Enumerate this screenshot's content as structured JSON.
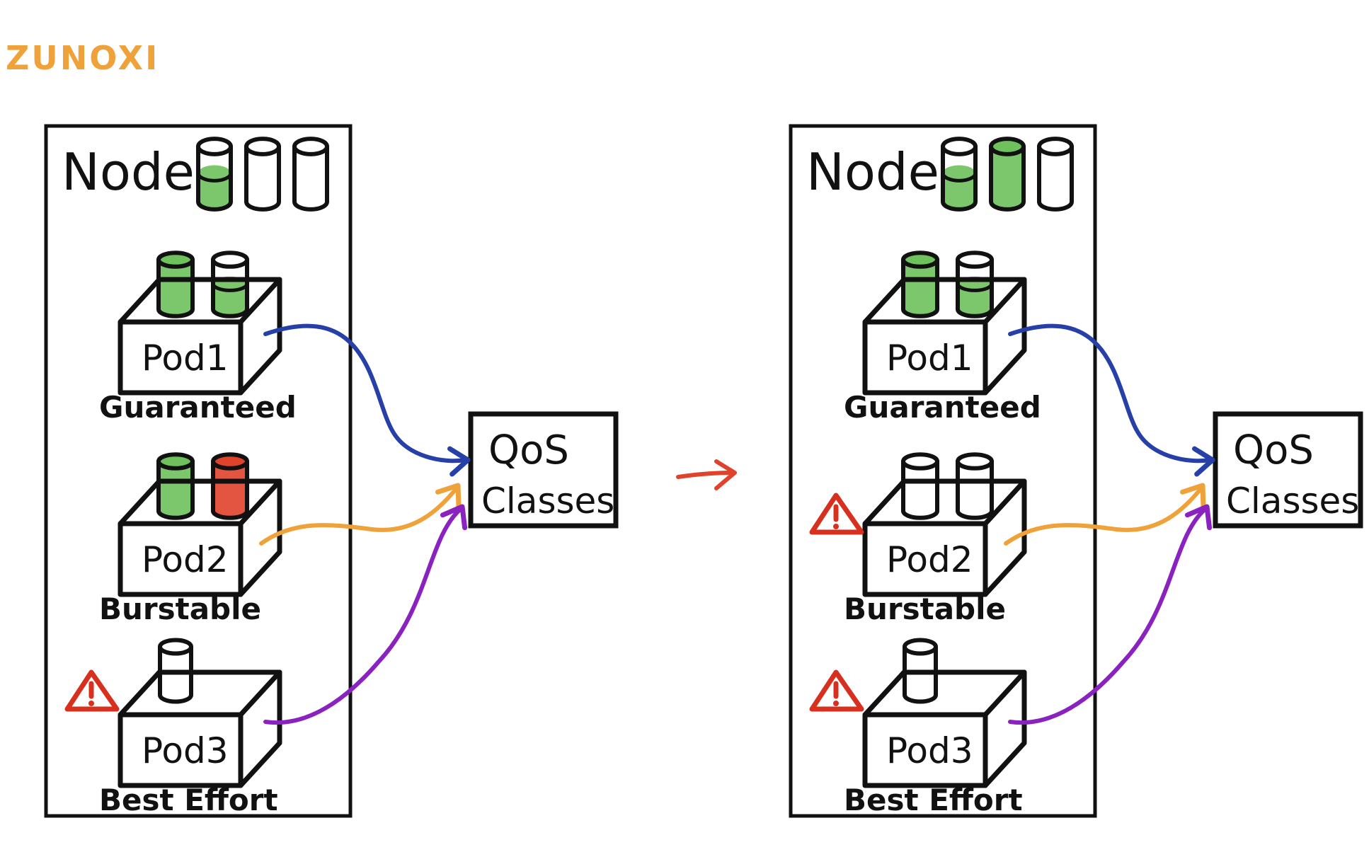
{
  "brand": {
    "logo": "ZUNOXI"
  },
  "colors": {
    "brand": "#f0a23a",
    "ink": "#111111",
    "green": "#6ec15c",
    "red": "#e0432b",
    "blue": "#2640a8",
    "orange": "#f0a23a",
    "purple": "#8a22c0",
    "warning": "#d7301f"
  },
  "panels": [
    {
      "node_label": "Node",
      "node_volumes": [
        "half",
        "empty",
        "empty"
      ],
      "pods": [
        {
          "label": "Pod1",
          "qos": "Guaranteed",
          "volumes": [
            "full",
            "half"
          ],
          "warning": false
        },
        {
          "label": "Pod2",
          "qos": "Burstable",
          "volumes": [
            "full",
            "red"
          ],
          "warning": false
        },
        {
          "label": "Pod3",
          "qos": "Best Effort",
          "volumes": [
            "empty"
          ],
          "warning": true
        }
      ],
      "qos_box": {
        "line1": "QoS",
        "line2": "Classes"
      }
    },
    {
      "node_label": "Node",
      "node_volumes": [
        "half",
        "full",
        "empty"
      ],
      "pods": [
        {
          "label": "Pod1",
          "qos": "Guaranteed",
          "volumes": [
            "full",
            "half"
          ],
          "warning": false
        },
        {
          "label": "Pod2",
          "qos": "Burstable",
          "volumes": [
            "empty",
            "empty"
          ],
          "warning": true
        },
        {
          "label": "Pod3",
          "qos": "Best Effort",
          "volumes": [
            "empty"
          ],
          "warning": true
        }
      ],
      "qos_box": {
        "line1": "QoS",
        "line2": "Classes"
      }
    }
  ],
  "transition_arrow": {
    "icon": "arrow-right-icon",
    "color": "#e0432b"
  }
}
